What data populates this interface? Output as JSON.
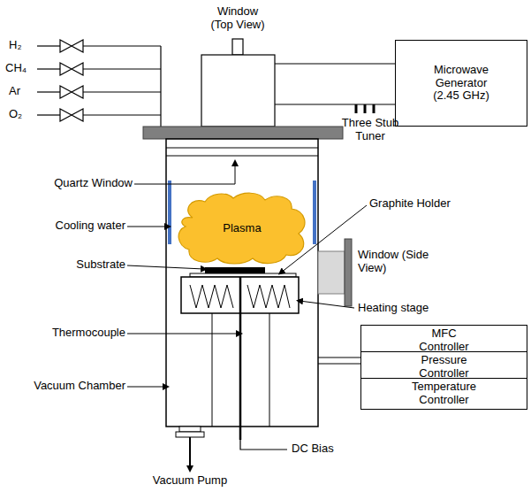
{
  "diagram": {
    "nodes": [
      {
        "text": [
          "Microwave Generator (2.45 GHz)"
        ]
      },
      {
        "text": [
          "Plasma"
        ]
      },
      {
        "text": [
          "MFC Controller"
        ]
      },
      {
        "text": [
          "Pressure Controller"
        ]
      },
      {
        "text": [
          "Temperature Controller"
        ]
      }
    ],
    "labels": [
      "H₂",
      "CH₄",
      "Ar",
      "O₂",
      "Window (Top View)",
      "Three Stub Tuner",
      "Quartz Window",
      "Graphite Holder",
      "Cooling water",
      "Substrate",
      "Window (Side View)",
      "Heating stage",
      "Thermocouple",
      "Vacuum Chamber",
      "DC Bias",
      "Vacuum Pump"
    ]
  }
}
